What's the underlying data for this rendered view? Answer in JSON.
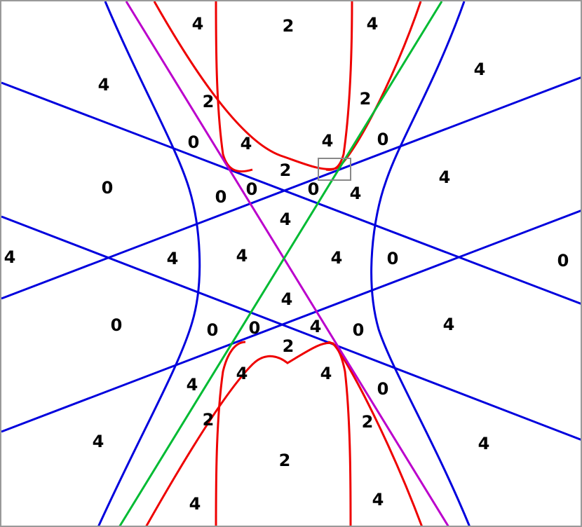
{
  "figure": {
    "colors": {
      "frame": "#999999",
      "blue": "#0000dd",
      "red": "#ee0000",
      "magenta": "#bb00cc",
      "green": "#00bb33",
      "highlight_box": "#888888"
    },
    "curves": [
      {
        "id": "hyperbola-left",
        "color": "blue"
      },
      {
        "id": "hyperbola-right",
        "color": "blue"
      },
      {
        "id": "line-a",
        "color": "blue"
      },
      {
        "id": "line-b",
        "color": "blue"
      },
      {
        "id": "line-c",
        "color": "blue"
      },
      {
        "id": "line-d",
        "color": "blue"
      },
      {
        "id": "red-upper-tube",
        "color": "red"
      },
      {
        "id": "red-upper-parabola",
        "color": "red"
      },
      {
        "id": "red-lower-tube",
        "color": "red"
      },
      {
        "id": "red-lower-parabola",
        "color": "red"
      },
      {
        "id": "magenta-line",
        "color": "magenta"
      },
      {
        "id": "green-line",
        "color": "green"
      }
    ],
    "region_labels": [
      "4",
      "2",
      "4",
      "4",
      "4",
      "2",
      "2",
      "0",
      "4",
      "4",
      "0",
      "2",
      "0",
      "0",
      "0",
      "4",
      "0",
      "4",
      "4",
      "4",
      "4",
      "0",
      "0",
      "4",
      "4",
      "4",
      "0",
      "4",
      "0",
      "0",
      "4",
      "0",
      "2",
      "4",
      "4",
      "4",
      "0",
      "2",
      "2",
      "4",
      "4",
      "2",
      "4",
      "4"
    ]
  }
}
